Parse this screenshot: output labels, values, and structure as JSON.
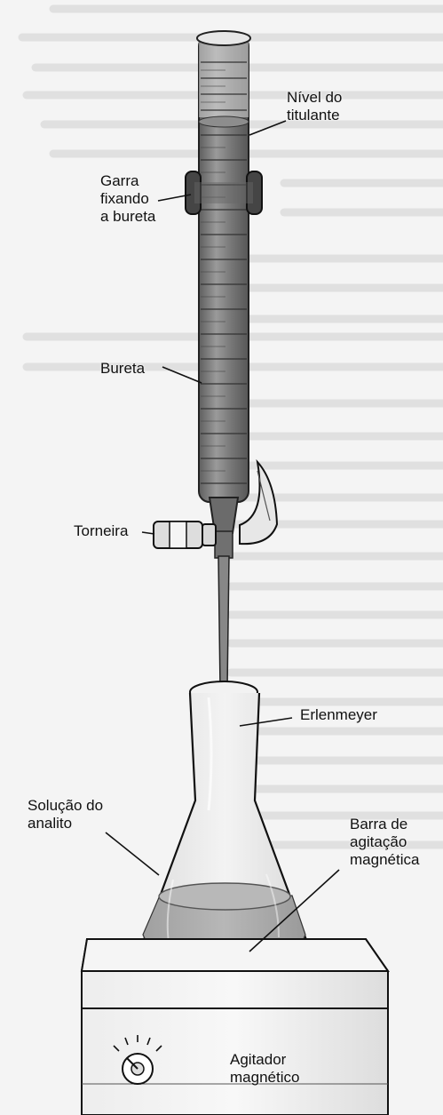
{
  "labels": {
    "titrant_level": "Nível do\ntitulante",
    "burette_clamp": "Garra\nfixando\na bureta",
    "burette": "Bureta",
    "stopcock": "Torneira",
    "erlenmeyer": "Erlenmeyer",
    "analyte_solution": "Solução do\nanalito",
    "stir_bar": "Barra de\nagitação\nmagnética",
    "magnetic_stirrer": "Agitador\nmagnético"
  },
  "colors": {
    "background": "#f4f4f4",
    "paper_text": "#c7c7c7",
    "line": "#202020",
    "burette_fill": "#7b7b7b",
    "burette_highlight": "#b3b3b3",
    "solution": "#a8a8a8",
    "stirrer_plate": "#ececec"
  },
  "icons": {
    "drop": "titrant-drop-icon",
    "knob": "stirrer-speed-knob-icon"
  }
}
